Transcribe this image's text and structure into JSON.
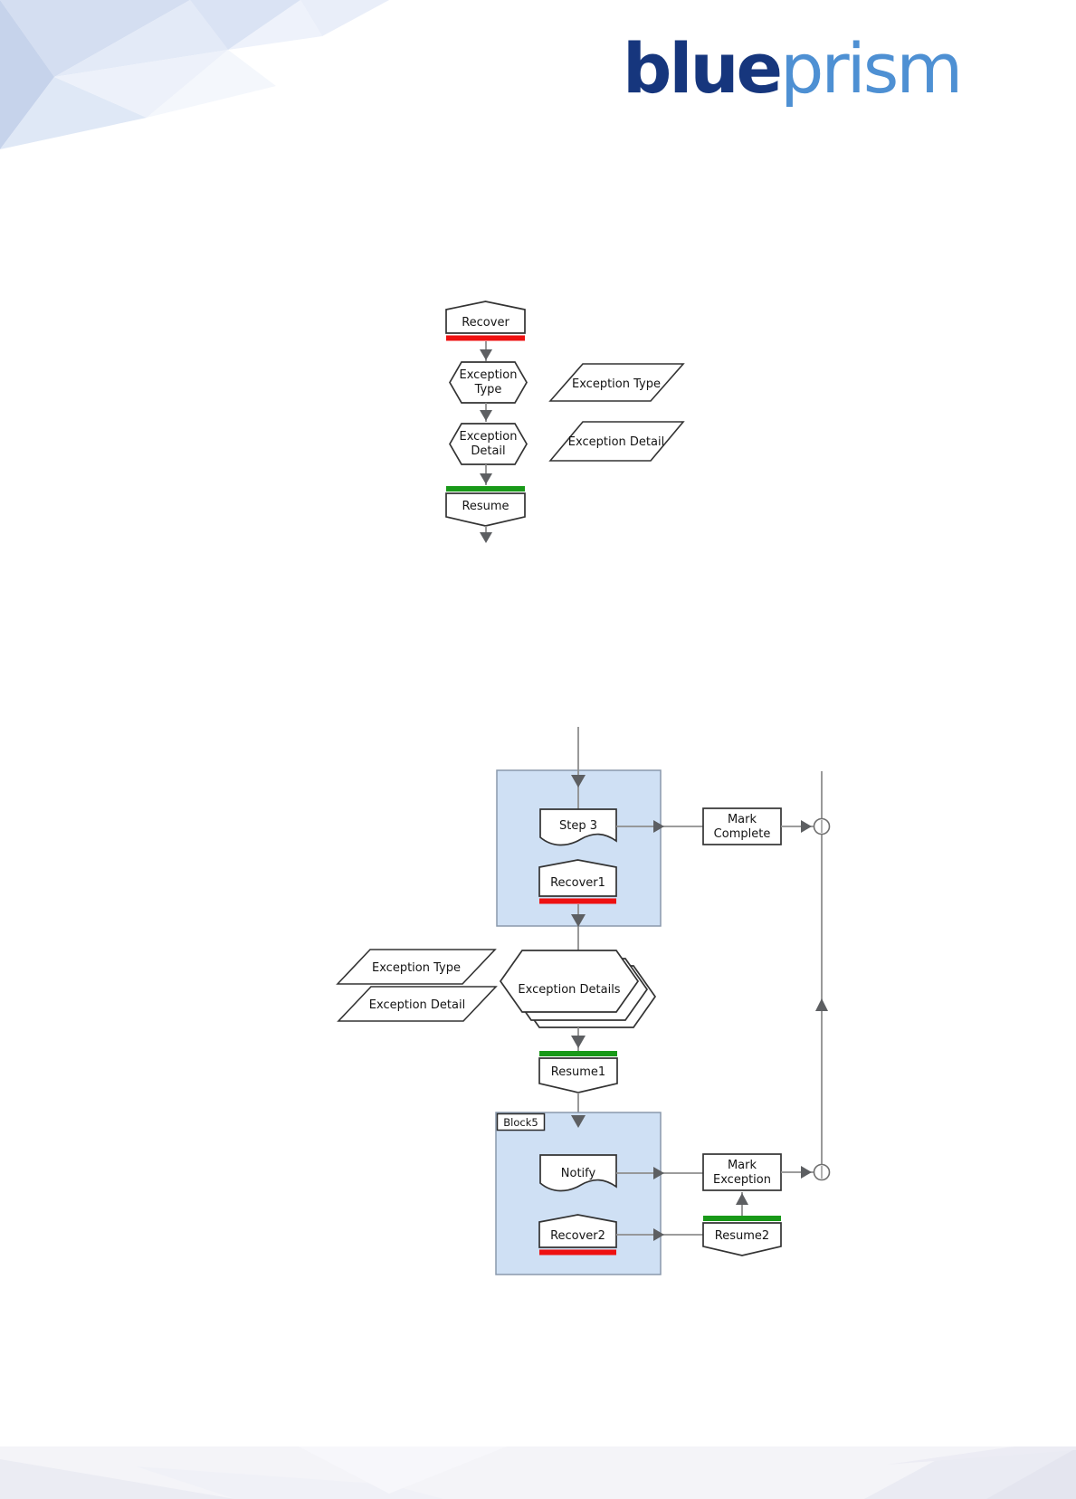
{
  "logo": {
    "bold": "blue",
    "light": "prism"
  },
  "colors": {
    "logo_dark": "#16367d",
    "logo_light": "#4e90d3",
    "red_bar": "#ee1111",
    "green_bar": "#189918",
    "block_fill": "#cfe0f4",
    "block_border": "#8a99ac",
    "line_gray": "#8e8e8e",
    "arrow_gray": "#5d5f62"
  },
  "diagram1": {
    "recover": "Recover",
    "exception_type": {
      "line1": "Exception",
      "line2": "Type"
    },
    "exception_detail": {
      "line1": "Exception",
      "line2": "Detail"
    },
    "resume": "Resume",
    "data_items": [
      {
        "label": "Exception Type"
      },
      {
        "label": "Exception Detail"
      }
    ]
  },
  "diagram2": {
    "step3": "Step 3",
    "mark_complete": {
      "line1": "Mark",
      "line2": "Complete"
    },
    "recover1": "Recover1",
    "exception_details": "Exception Details",
    "data_items": [
      {
        "label": "Exception Type"
      },
      {
        "label": "Exception Detail"
      }
    ],
    "resume1": "Resume1",
    "block_label": "Block5",
    "notify": "Notify",
    "mark_exception": {
      "line1": "Mark",
      "line2": "Exception"
    },
    "recover2": "Recover2",
    "resume2": "Resume2"
  }
}
